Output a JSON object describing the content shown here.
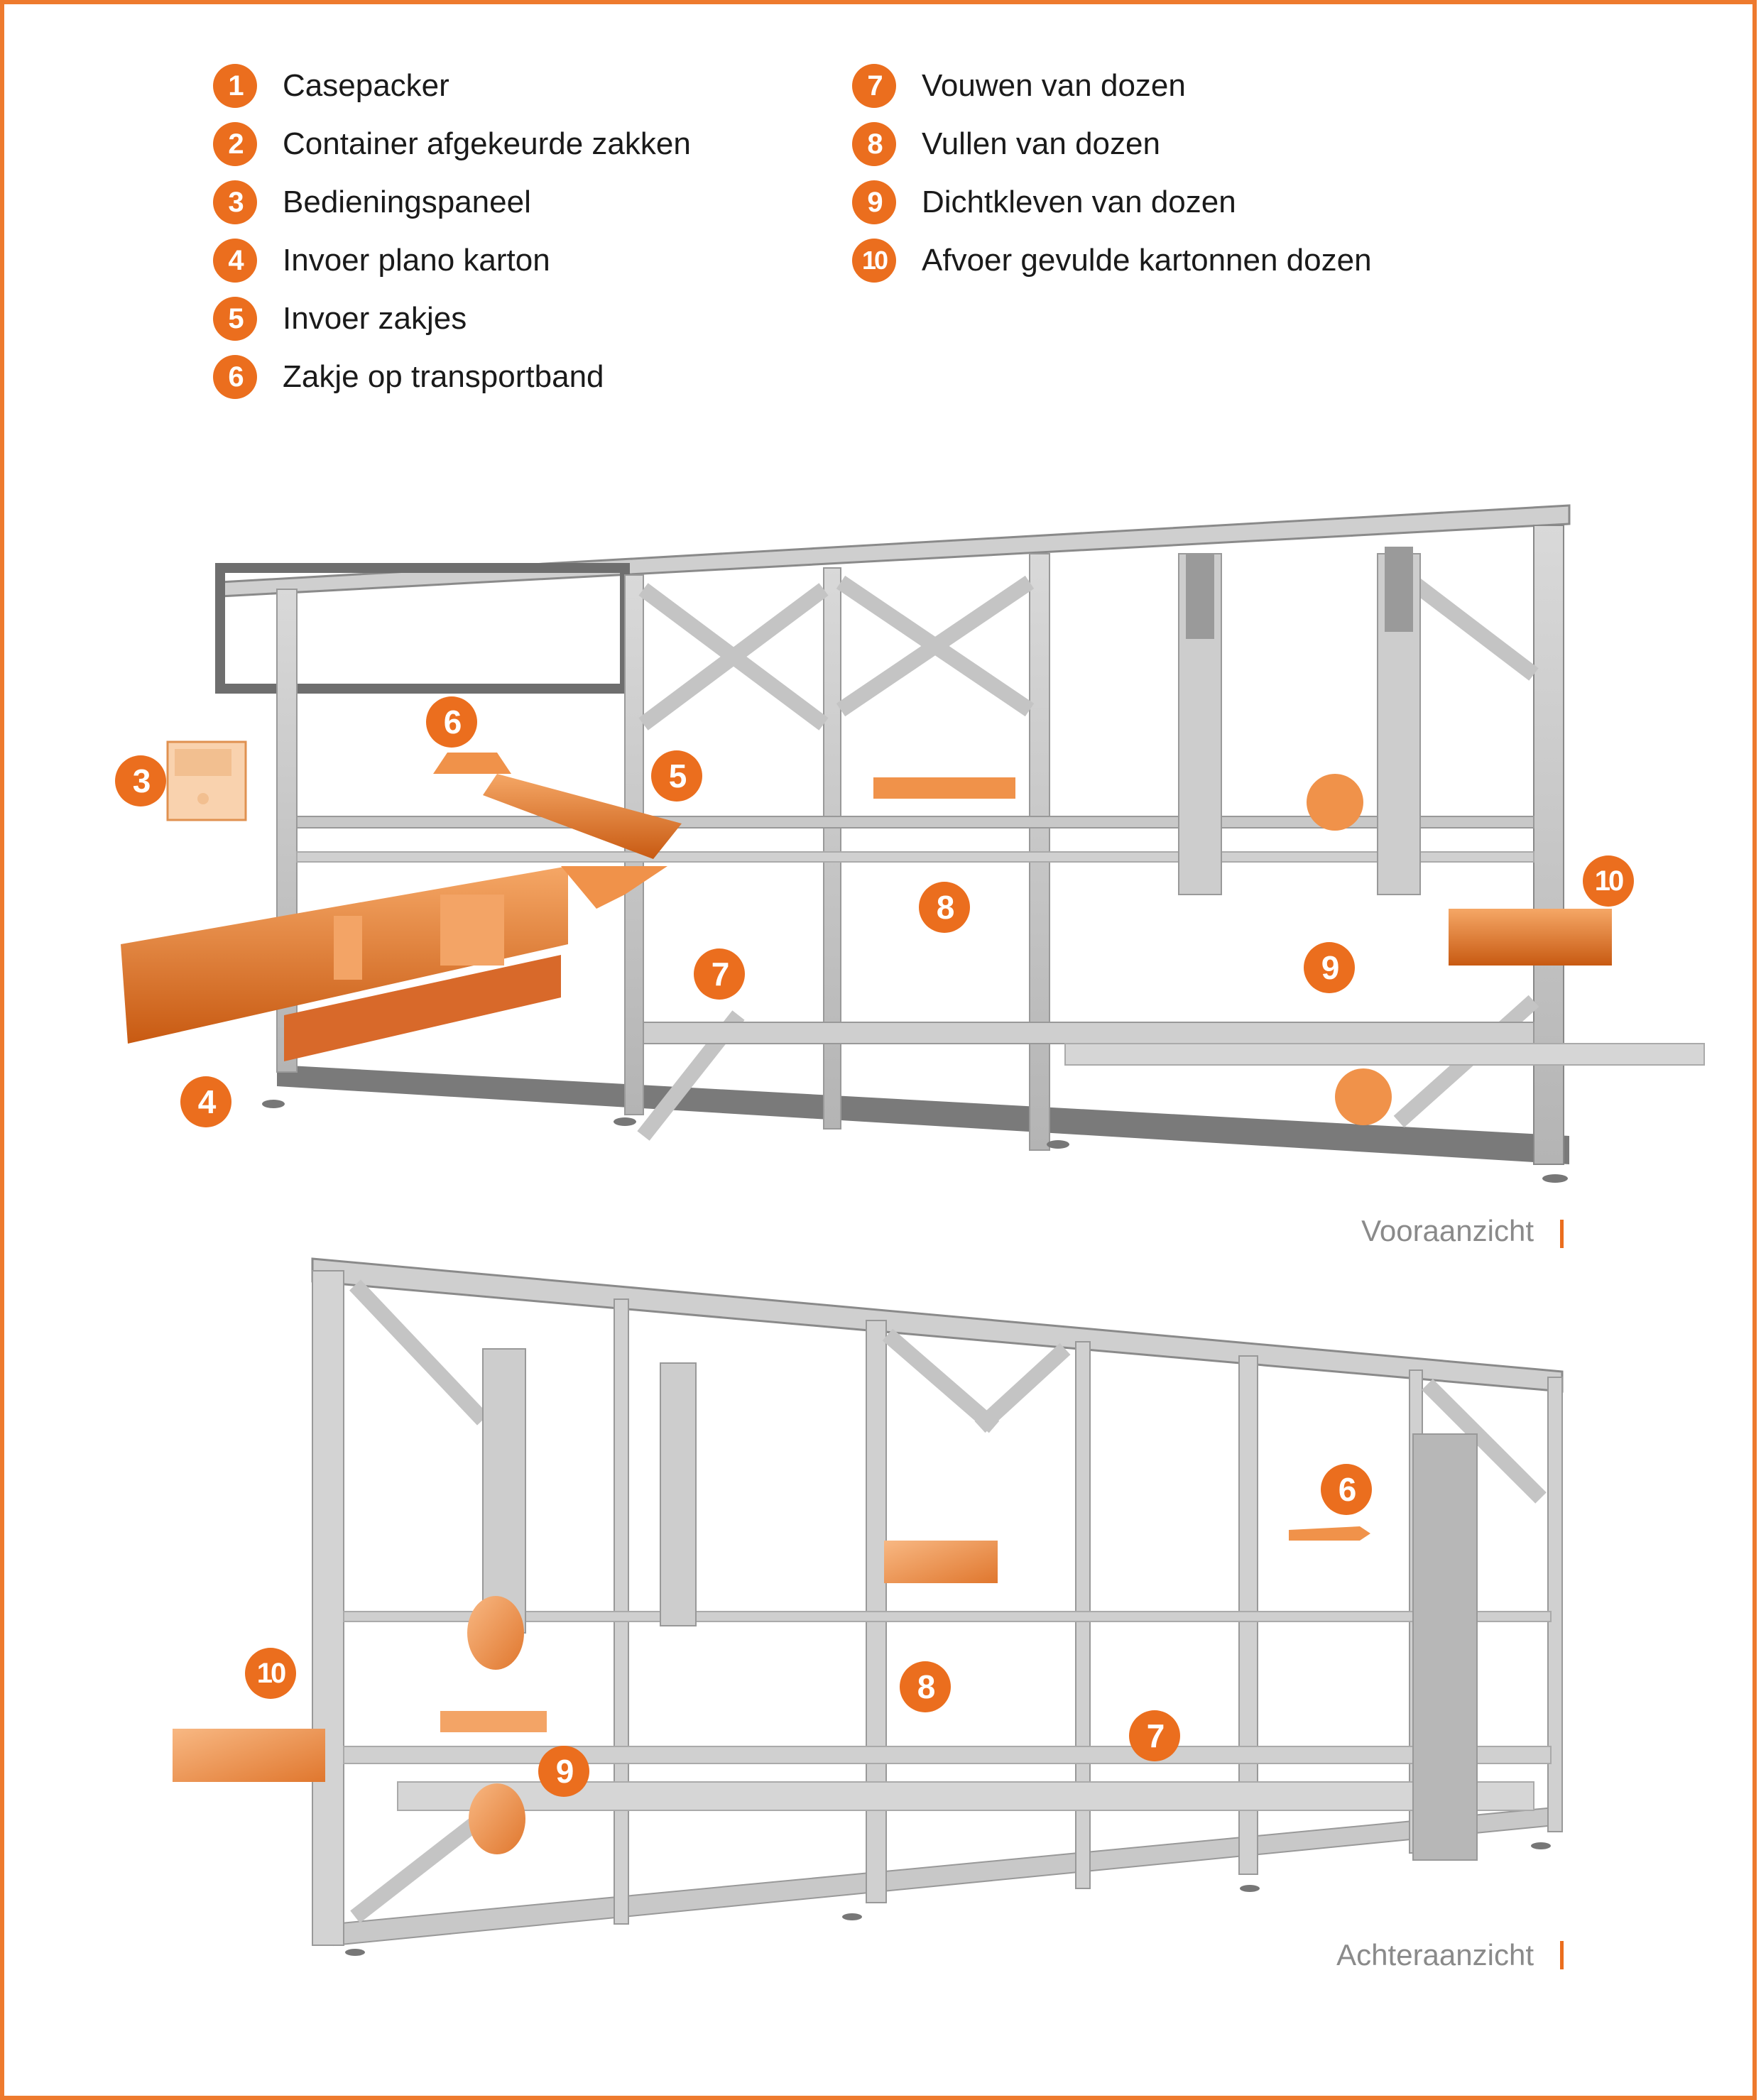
{
  "legend": {
    "items": [
      {
        "number": "1",
        "label": "Casepacker"
      },
      {
        "number": "2",
        "label": "Container afgekeurde zakken"
      },
      {
        "number": "3",
        "label": "Bedieningspaneel"
      },
      {
        "number": "4",
        "label": "Invoer plano karton"
      },
      {
        "number": "5",
        "label": "Invoer zakjes"
      },
      {
        "number": "6",
        "label": "Zakje op transportband"
      },
      {
        "number": "7",
        "label": "Vouwen van dozen"
      },
      {
        "number": "8",
        "label": "Vullen van dozen"
      },
      {
        "number": "9",
        "label": "Dichtkleven van dozen"
      },
      {
        "number": "10",
        "label": "Afvoer gevulde kartonnen dozen"
      }
    ]
  },
  "front_view": {
    "caption": "Vooraanzicht",
    "callouts": [
      "3",
      "4",
      "5",
      "6",
      "7",
      "8",
      "9",
      "10"
    ]
  },
  "back_view": {
    "caption": "Achteraanzicht",
    "callouts": [
      "10",
      "9",
      "8",
      "7",
      "6"
    ]
  },
  "colors": {
    "accent": "#EB6E1E",
    "frame_border": "#EE7A2E",
    "machine_grey": "#c8c8c8",
    "machine_dark": "#6e6e6e",
    "highlight_orange": "#F0924A",
    "caption_grey": "#8a8a8a"
  }
}
